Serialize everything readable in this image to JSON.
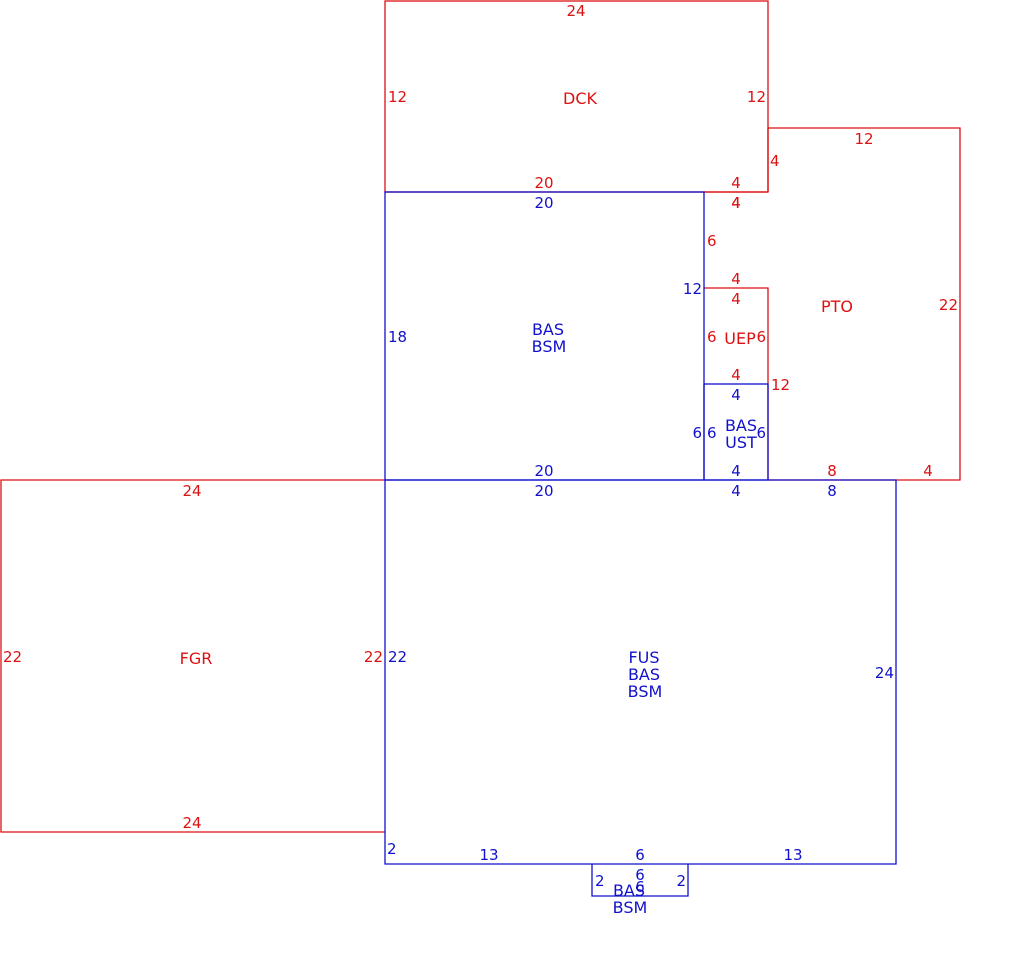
{
  "colors": {
    "outer": "#dd1111",
    "living": "#1111cc",
    "background": "#ffffff"
  },
  "areas": {
    "dck": {
      "labels": [
        "DCK"
      ],
      "dims": {
        "top": "24",
        "left": "12",
        "right": "12",
        "bottom": "20",
        "bottom_right": "4"
      }
    },
    "pto": {
      "labels": [
        "PTO"
      ],
      "dims": {
        "top": "12",
        "right_top": "4",
        "top_inner": "4",
        "inner_vertical": "6",
        "right": "22",
        "uep_top": "4",
        "uep_right": "12",
        "bottom_left": "8",
        "bottom_right": "4"
      }
    },
    "uep": {
      "labels": [
        "UEP"
      ],
      "dims": {
        "top": "4",
        "left": "6",
        "right": "6",
        "bottom": "4"
      }
    },
    "bas_upper": {
      "labels": [
        "BAS",
        "BSM"
      ],
      "dims": {
        "top": "20",
        "top_ext": "4",
        "left": "18",
        "right": "12",
        "bottom": "20"
      }
    },
    "ust": {
      "labels": [
        "BAS",
        "UST"
      ],
      "dims": {
        "top": "4",
        "left_outer": "6",
        "left": "6",
        "right": "6",
        "bottom": "4"
      }
    },
    "fgr": {
      "labels": [
        "FGR"
      ],
      "dims": {
        "top": "24",
        "left": "22",
        "right": "22",
        "bottom": "24"
      }
    },
    "fus": {
      "labels": [
        "FUS",
        "BAS",
        "BSM"
      ],
      "dims": {
        "top": "20",
        "top_mid": "4",
        "top_right": "8",
        "left": "22",
        "right": "24",
        "bottom_left_step": "2",
        "bottom_left": "13",
        "bottom_mid": "6",
        "bottom_right": "13"
      }
    },
    "bump": {
      "labels": [
        "BAS",
        "BSM"
      ],
      "dims": {
        "top": "6",
        "left": "2",
        "right": "2",
        "bottom": "6"
      }
    }
  }
}
